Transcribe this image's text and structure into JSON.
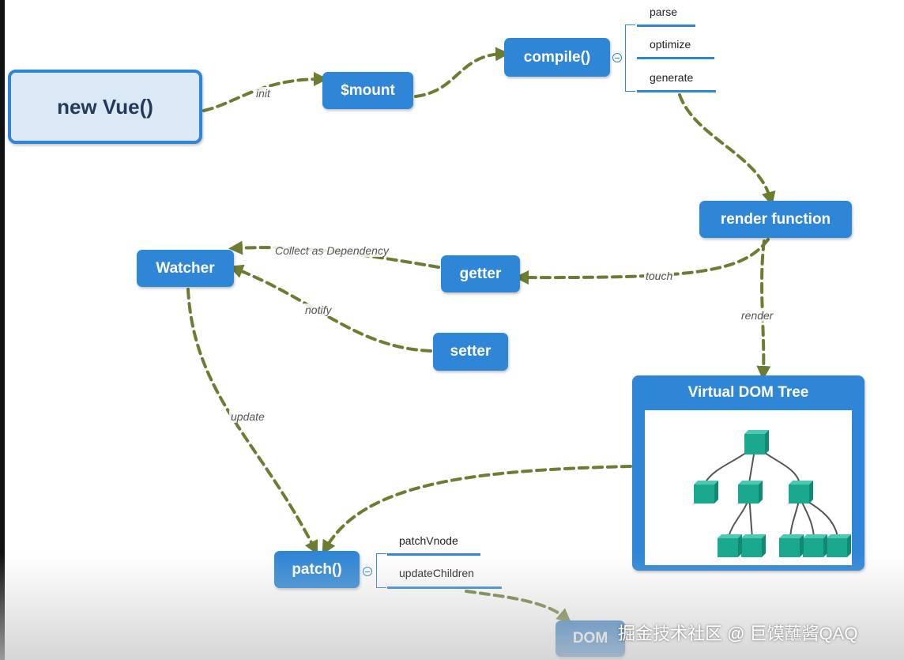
{
  "nodes": {
    "new_vue": "new Vue()",
    "mount": "$mount",
    "compile": "compile()",
    "render_function": "render function",
    "watcher": "Watcher",
    "getter": "getter",
    "setter": "setter",
    "virtual_dom_tree": "Virtual DOM Tree",
    "patch": "patch()",
    "dom": "DOM"
  },
  "compile_steps": [
    "parse",
    "optimize",
    "generate"
  ],
  "patch_steps": [
    "patchVnode",
    "updateChildren"
  ],
  "edge_labels": {
    "init": "init",
    "collect": "Collect as Dependency",
    "touch": "touch",
    "render": "render",
    "notify": "notify",
    "update": "update"
  },
  "colors": {
    "node_blue": "#2f86d6",
    "arrow_green": "#6b7d32",
    "tree_teal": "#1aa88e"
  },
  "watermark": "掘金技术社区 @ 巨馍蘸酱QAQ"
}
